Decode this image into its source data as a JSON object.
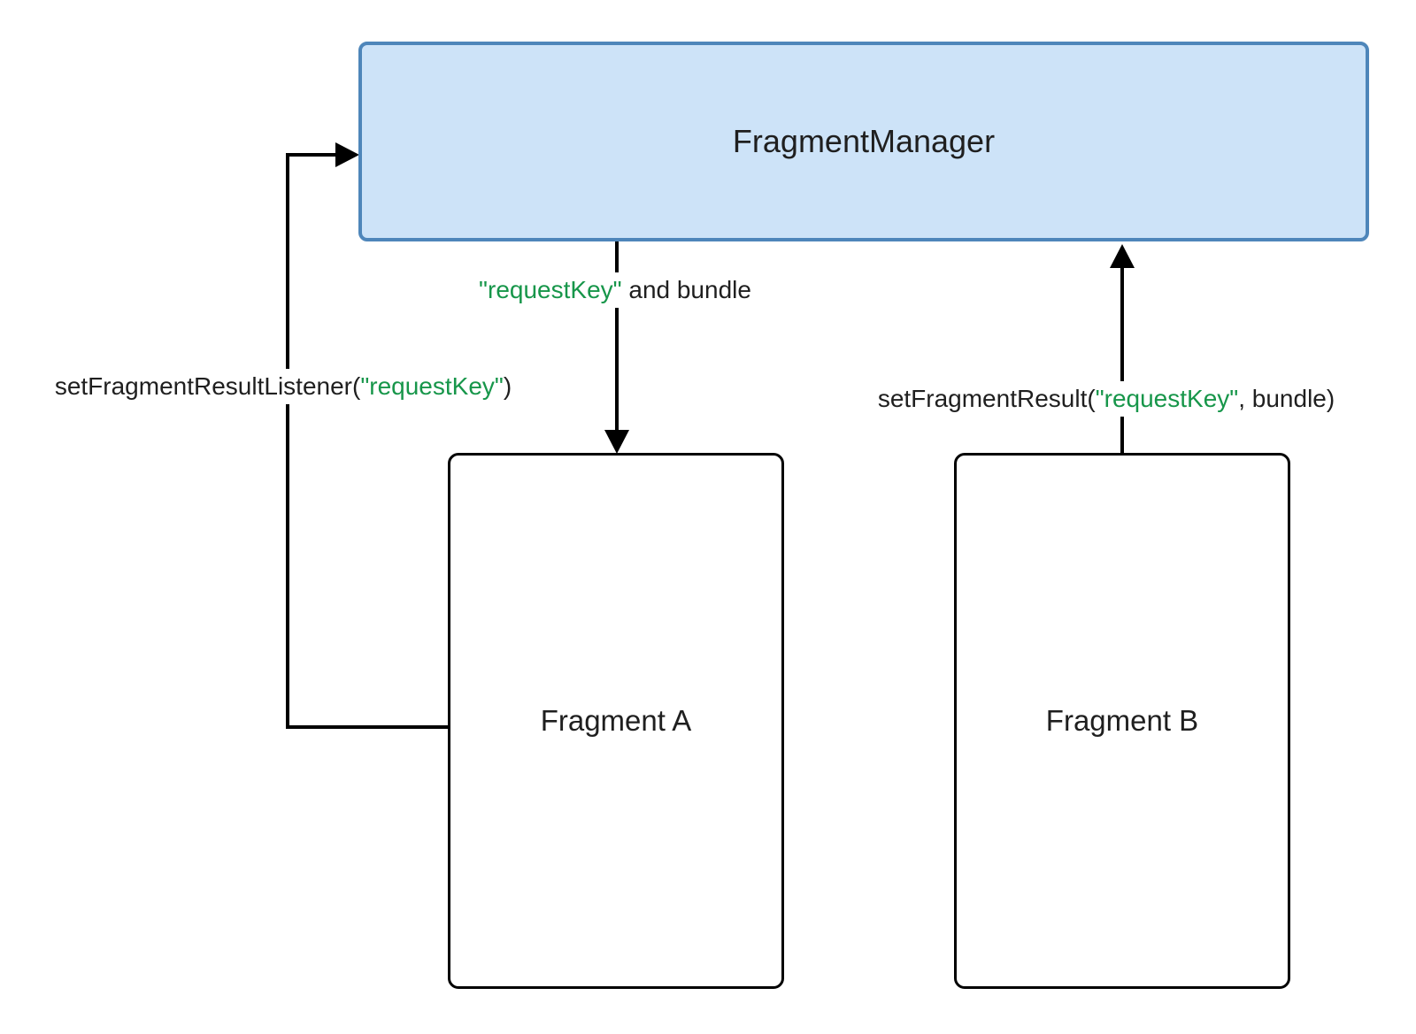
{
  "diagram": {
    "nodes": {
      "fragment_manager": {
        "label": "FragmentManager"
      },
      "fragment_a": {
        "label": "Fragment A"
      },
      "fragment_b": {
        "label": "Fragment B"
      }
    },
    "edges": {
      "set_listener": {
        "description": "elbow arrow from Fragment A into FragmentManager left edge",
        "parts": {
          "prefix": "setFragmentResultListener(",
          "key": "\"requestKey\"",
          "suffix": ")"
        }
      },
      "deliver": {
        "description": "arrow from FragmentManager down into Fragment A",
        "parts": {
          "key": "\"requestKey\"",
          "suffix": " and bundle"
        }
      },
      "set_result": {
        "description": "arrow from Fragment B up into FragmentManager bottom edge",
        "parts": {
          "prefix": "setFragmentResult(",
          "key": "\"requestKey\"",
          "suffix": ", bundle)"
        }
      }
    },
    "colors": {
      "manager_fill": "#cde3f8",
      "manager_border": "#4e86ba",
      "key_green": "#17964a",
      "line": "#000000",
      "text": "#1f1f1f"
    }
  }
}
